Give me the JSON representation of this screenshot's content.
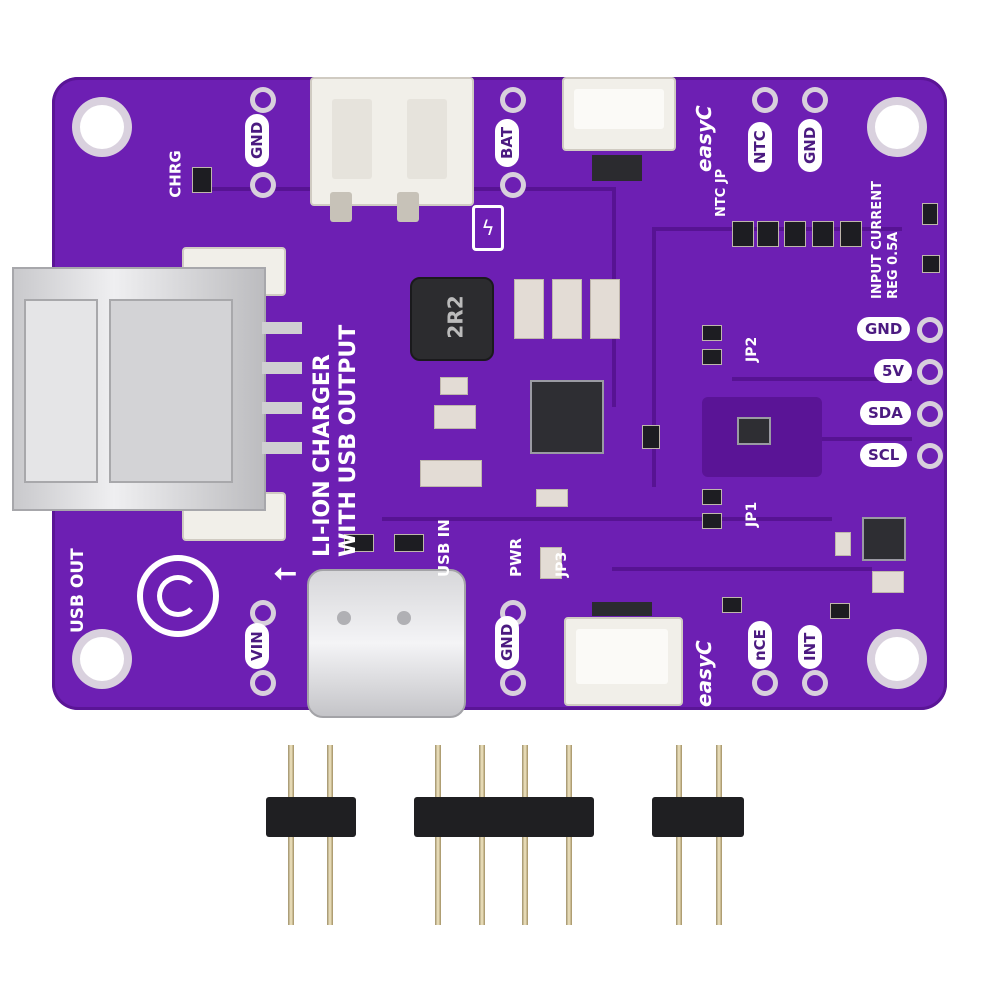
{
  "board": {
    "title_line1": "LI-ION CHARGER",
    "title_line2": "WITH USB OUTPUT",
    "labels": {
      "chrg": "CHRG",
      "gnd_top": "GND",
      "bat": "BAT",
      "easyc_top": "easyC",
      "ntc": "NTC",
      "gnd_top_right": "GND",
      "ntc_jp": "NTC JP",
      "input_current": "INPUT CURRENT",
      "reg": "REG 0.5A",
      "gnd_side": "GND",
      "v5": "5V",
      "sda": "SDA",
      "scl": "SCL",
      "jp2": "JP2",
      "jp1": "JP1",
      "jp3": "JP3",
      "pwr": "PWR",
      "usb_in": "USB IN",
      "usb_out": "USB OUT",
      "vin": "VIN",
      "gnd_bottom": "GND",
      "easyc_bottom": "easyC",
      "nce": "nCE",
      "int": "INT",
      "inductor": "2R2"
    },
    "colors": {
      "pcb": "#6d1fb3",
      "silkscreen": "#ffffff"
    }
  }
}
